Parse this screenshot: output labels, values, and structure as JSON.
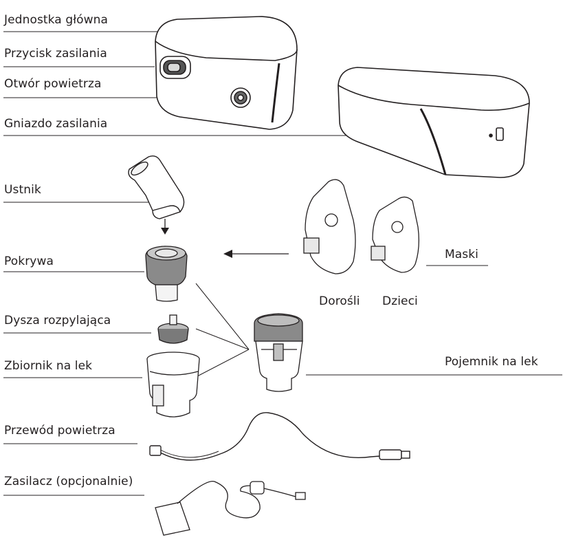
{
  "labels": {
    "main_unit": "Jednostka główna",
    "power_button": "Przycisk zasilania",
    "air_outlet": "Otwór powietrza",
    "power_socket": "Gniazdo zasilania",
    "mouthpiece": "Ustnik",
    "cover": "Pokrywa",
    "nozzle": "Dysza rozpylająca",
    "reservoir": "Zbiornik na lek",
    "container": "Pojemnik na lek",
    "masks": "Maski",
    "adults": "Dorośli",
    "children": "Dzieci",
    "air_tube": "Przewód powietrza",
    "adapter": "Zasilacz (opcjonalnie)"
  },
  "colors": {
    "line": "#231f20",
    "part_gray": "#8a8a8a",
    "part_light": "#f4f4f4"
  }
}
